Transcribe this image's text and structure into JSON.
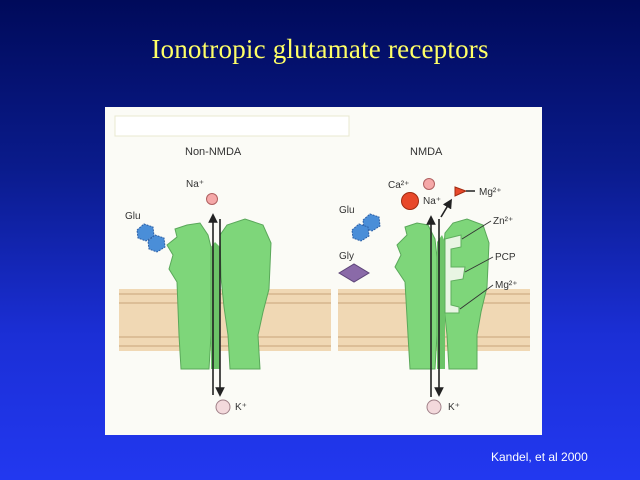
{
  "slide": {
    "title": "Ionotropic glutamate receptors",
    "citation": "Kandel, et al 2000"
  },
  "diagram": {
    "left": {
      "heading": "Non-NMDA",
      "ion_top": "Na⁺",
      "ion_bottom": "K⁺",
      "ligand": "Glu"
    },
    "right": {
      "heading": "NMDA",
      "ion_ca": "Ca²⁺",
      "ion_na": "Na⁺",
      "ion_bottom": "K⁺",
      "ligand_glu": "Glu",
      "ligand_gly": "Gly",
      "site_mg_top": "Mg²⁺",
      "site_zn": "Zn²⁺",
      "site_pcp": "PCP",
      "site_mg_inner": "Mg²⁺"
    }
  },
  "colors": {
    "title": "#ffff66",
    "receptor": "#7ed67a",
    "membrane": "#f0d8b4",
    "ligand_glu": "#4a8ed8",
    "ligand_gly": "#8a6aa8",
    "ion_small": "#f5a8a8",
    "ion_ca": "#e8482a"
  }
}
